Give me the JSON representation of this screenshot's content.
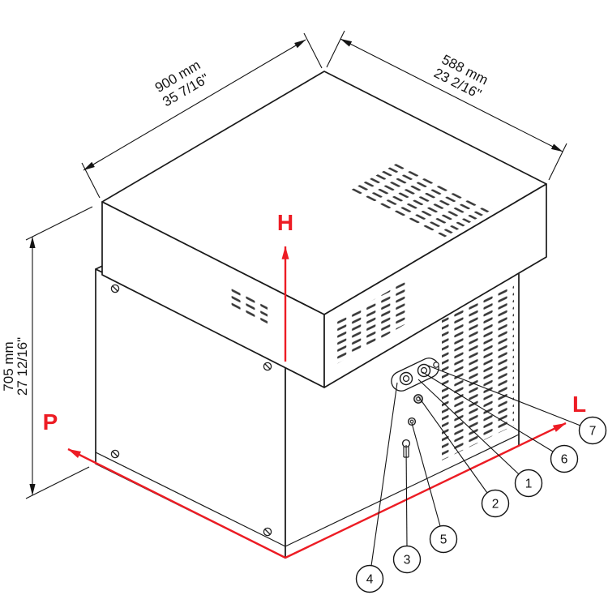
{
  "drawing": {
    "dimensions": {
      "width": {
        "mm": "900 mm",
        "inch": "35 7/16\""
      },
      "depth": {
        "mm": "588 mm",
        "inch": "23 2/16\""
      },
      "height": {
        "mm": "705 mm",
        "inch": "27 12/16\""
      }
    },
    "axes": {
      "height_label": "H",
      "length_label": "L",
      "depth_label": "P"
    },
    "callouts": [
      "1",
      "2",
      "3",
      "4",
      "5",
      "6",
      "7"
    ],
    "colors": {
      "axis_red": "#ed1c24",
      "line": "#1a1a1a"
    }
  }
}
